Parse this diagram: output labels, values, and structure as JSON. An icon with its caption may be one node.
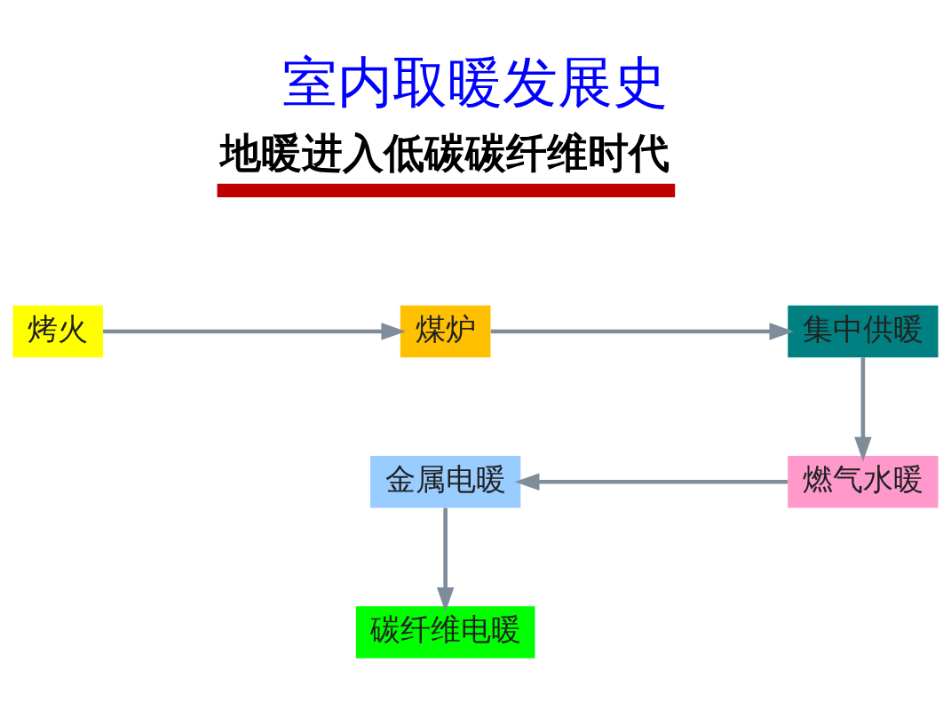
{
  "diagram": {
    "title": "室内取暖发展史",
    "nodes": [
      {
        "text": [
          "烤火"
        ]
      },
      {
        "text": [
          "煤炉"
        ]
      },
      {
        "text": [
          "集中供暖"
        ]
      },
      {
        "text": [
          "燃气水暖"
        ]
      },
      {
        "text": [
          "金属电暖"
        ]
      },
      {
        "text": [
          "碳纤维电暖"
        ]
      }
    ],
    "edges": [
      {
        "from": 0,
        "to": 1,
        "arrow": "to"
      },
      {
        "from": 1,
        "to": 2,
        "arrow": "to"
      },
      {
        "from": 2,
        "to": 3,
        "arrow": "to"
      },
      {
        "from": 3,
        "to": 4,
        "arrow": "to"
      },
      {
        "from": 4,
        "to": 5,
        "arrow": "to"
      }
    ],
    "labels": [
      "地暖进入低碳碳纤维时代"
    ]
  }
}
